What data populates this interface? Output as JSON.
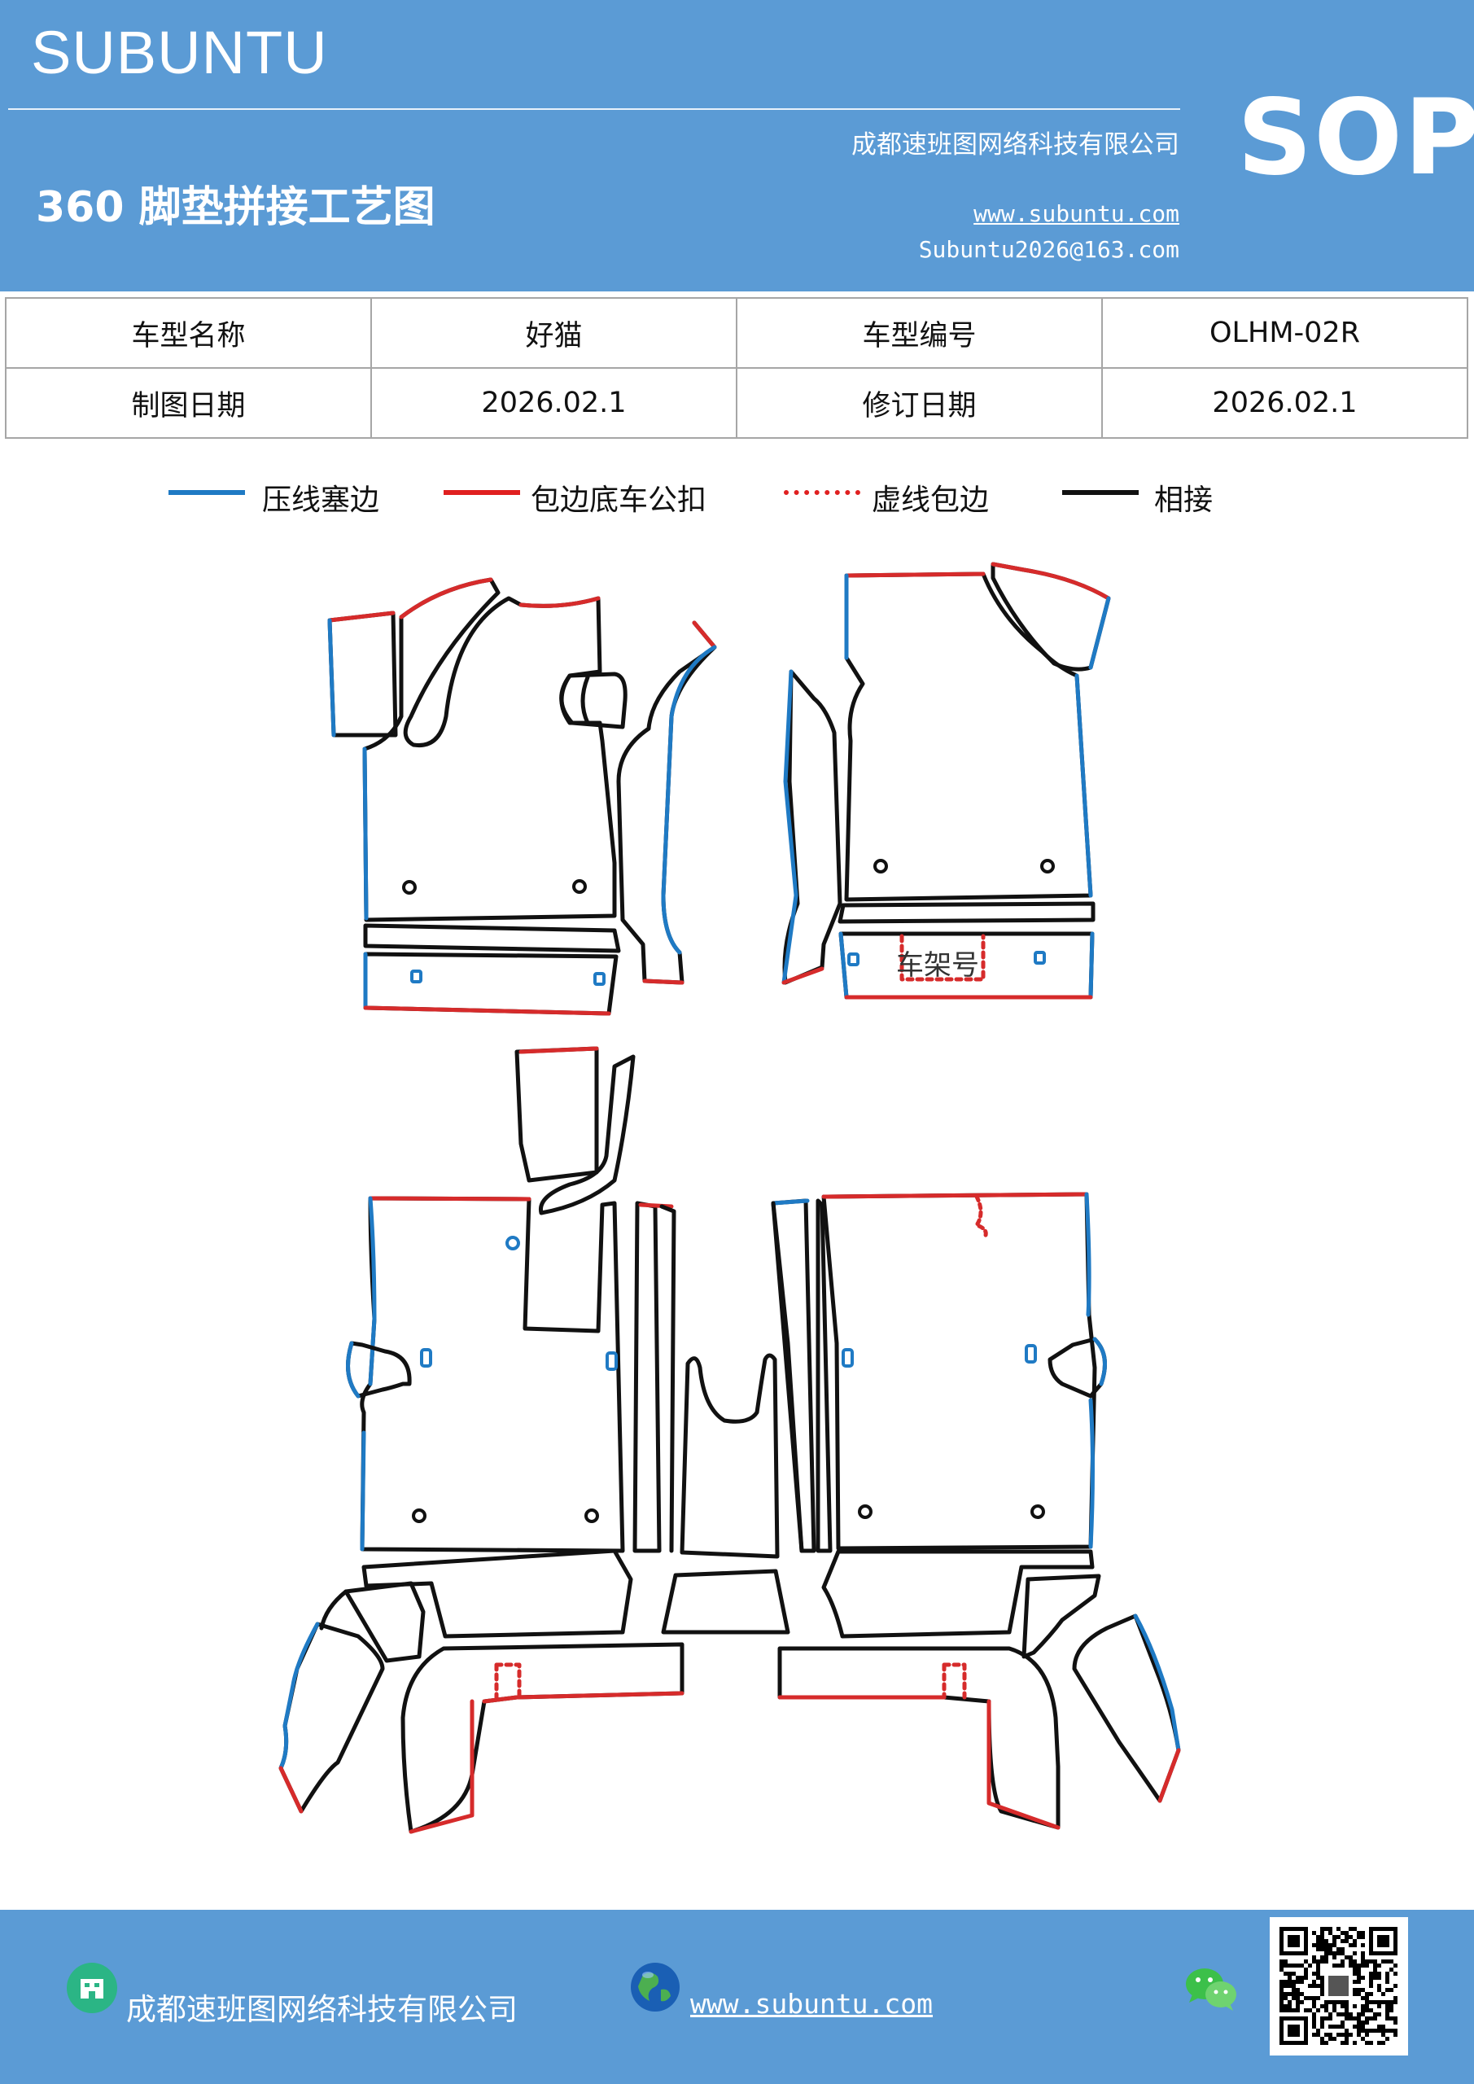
{
  "header": {
    "brand": "SUBUNTU",
    "title": "360 脚垫拼接工艺图",
    "sop_mark": "SOP",
    "company": "成都速班图网络科技有限公司",
    "website": "www.subuntu.com",
    "email": "Subuntu2026@163.com",
    "bg_color": "#5b9bd5"
  },
  "info_table": {
    "rows": [
      [
        "车型名称",
        "好猫",
        "车型编号",
        "OLHM-02R"
      ],
      [
        "制图日期",
        "2026.02.1",
        "修订日期",
        "2026.02.1"
      ]
    ]
  },
  "legend": {
    "items": [
      {
        "label": "压线塞边",
        "color": "#1f7ac4",
        "style": "solid"
      },
      {
        "label": "包边底车公扣",
        "color": "#e02020",
        "style": "solid"
      },
      {
        "label": "虚线包边",
        "color": "#e02020",
        "style": "dotted"
      },
      {
        "label": "相接",
        "color": "#111111",
        "style": "solid"
      }
    ]
  },
  "diagram": {
    "frame_label": "车架号",
    "colors": {
      "press": "#1f7ac4",
      "edge": "#d62b2b",
      "join": "#111111"
    }
  },
  "footer": {
    "company": "成都速班图网络科技有限公司",
    "website": "www.subuntu.com",
    "icons": [
      "building-icon",
      "globe-icon",
      "wechat-icon",
      "qr-code"
    ]
  }
}
